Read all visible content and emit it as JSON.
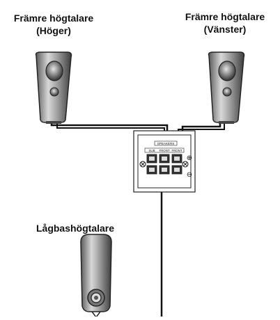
{
  "labels": {
    "front_right_line1": "Främre högtalare",
    "front_right_line2": "(Höger)",
    "front_left_line1": "Främre högtalare",
    "front_left_line2": "(Vänster)",
    "subwoofer": "Lågbashögtalare"
  },
  "panel": {
    "header": "SPEAKERS",
    "terminal_labels": [
      "SUB",
      "FRONT",
      "FRONT"
    ],
    "plus_symbol": "⊕",
    "minus_symbol": "⊖"
  },
  "colors": {
    "wire": "#111111",
    "speaker_body": "#8a8a8a",
    "panel_fill": "#ffffff"
  }
}
